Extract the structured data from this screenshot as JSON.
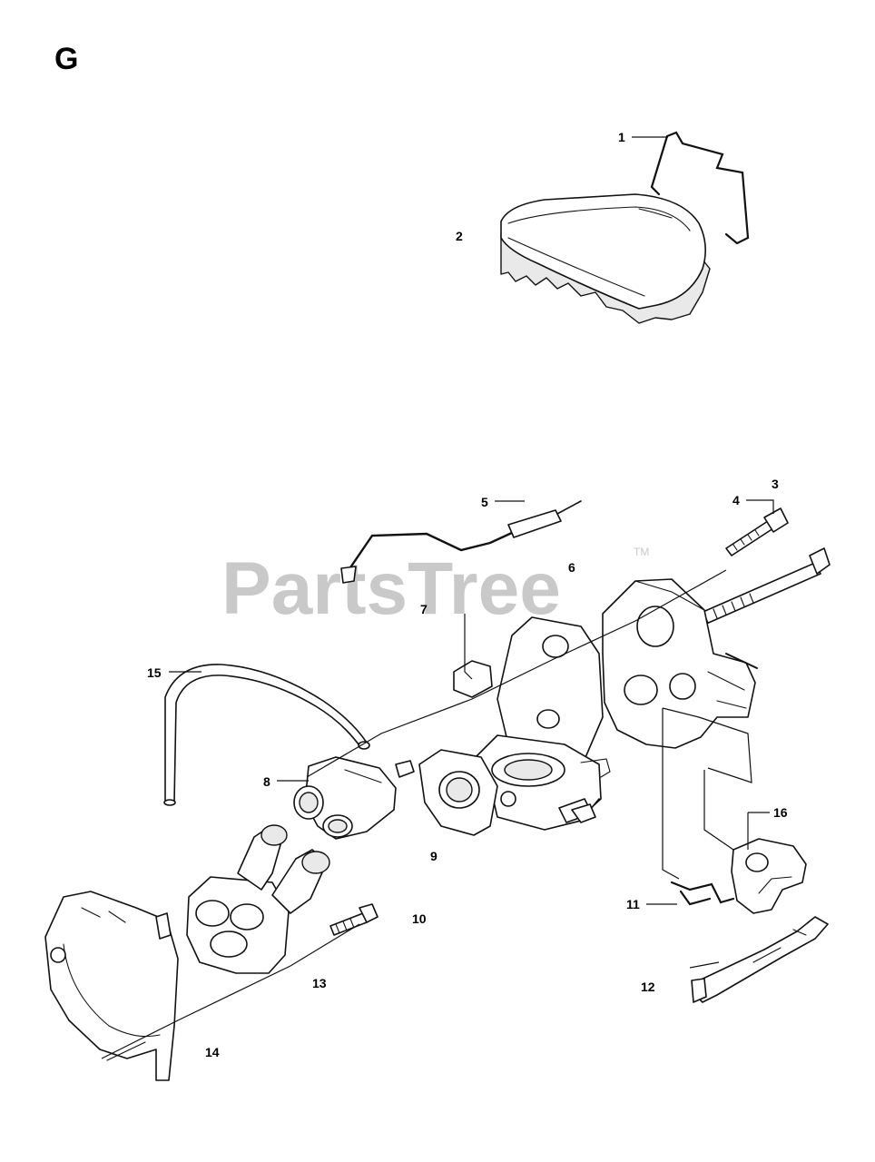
{
  "section_letter": "G",
  "watermark": {
    "text": "PartsTree",
    "trademark": "TM"
  },
  "callouts": [
    "1",
    "2",
    "3",
    "4",
    "5",
    "6",
    "7",
    "8",
    "9",
    "10",
    "11",
    "12",
    "13",
    "14",
    "15",
    "16"
  ],
  "colors": {
    "ink": "#111111",
    "watermark": "#c9c9c9",
    "background": "#ffffff"
  }
}
